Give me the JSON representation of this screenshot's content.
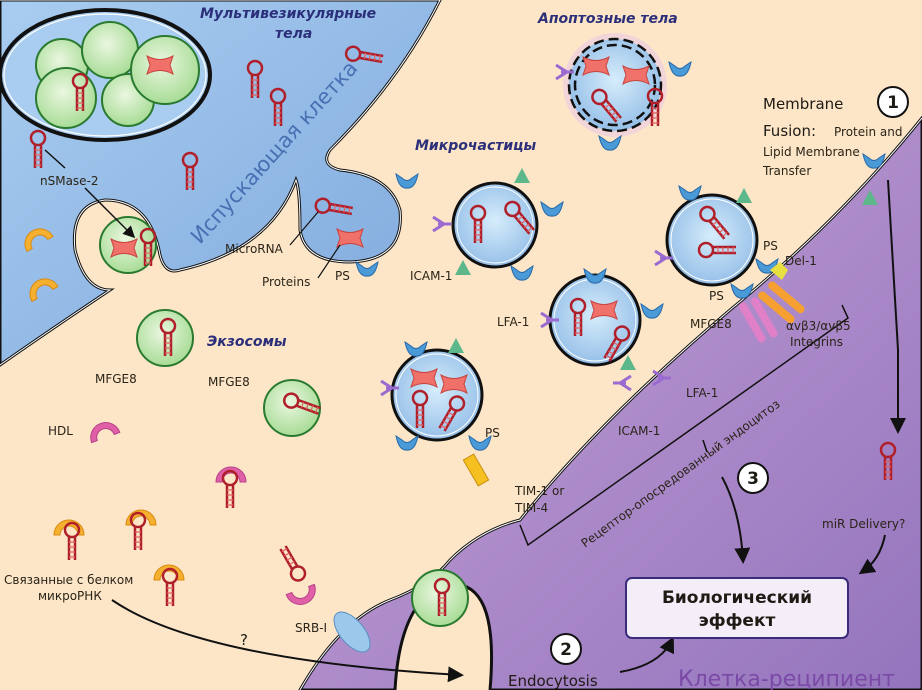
{
  "colors": {
    "background": "#fde6c8",
    "donor_cell": "#8fb6e4",
    "recipient_cell": "#a785c6",
    "exosome": "#bfe3b0",
    "microRNA": "#b0202a",
    "protein": "#f0706a",
    "title_text": "#2b2f7a"
  },
  "titles": {
    "mvb_line1": "Мультивезикулярные",
    "mvb_line2": "тела",
    "apoptotic": "Апоптозные тела",
    "microparticles": "Микрочастицы",
    "exosomes": "Экзосомы"
  },
  "cells": {
    "donor": "Испускающая клетка",
    "recipient": "Клетка-реципиент"
  },
  "labels": {
    "nsmase": "nSMase-2",
    "microrna": "MicroRNA",
    "proteins": "Proteins",
    "ps1": "PS",
    "icam1_top": "ICAM-1",
    "lfa1_left": "LFA-1",
    "lfa1_right": "LFA-1",
    "icam1_bottom": "ICAM-1",
    "ps2": "PS",
    "ps3": "PS",
    "ps4": "PS",
    "del1": "Del-1",
    "mfge8_right": "MFGE8",
    "integrins_line1": "αvβ3/αvβ5",
    "integrins_line2": "Integrins",
    "mfge8_a": "MFGE8",
    "mfge8_b": "MFGE8",
    "hdl": "HDL",
    "protein_bound_line1": "Связанные с белком",
    "protein_bound_line2": "микроРНК",
    "srb1": "SRB-I",
    "question": "?",
    "tim_line1": "TIM-1 or",
    "tim_line2": "TIM-4",
    "receptor_endocytosis": "Рецептор-опосредованный эндоцитоз",
    "mir_delivery": "miR Delivery?",
    "endocytosis": "Endocytosis"
  },
  "pathways": {
    "fusion_num": "1",
    "fusion_line1": "Membrane",
    "fusion_line2": "Fusion:",
    "fusion_detail1": "Protein and",
    "fusion_detail2": "Lipid Membrane",
    "fusion_detail3": "Transfer",
    "endocytosis_num": "2",
    "receptor_num": "3"
  },
  "effect_box": {
    "line1": "Биологический",
    "line2": "эффект"
  }
}
